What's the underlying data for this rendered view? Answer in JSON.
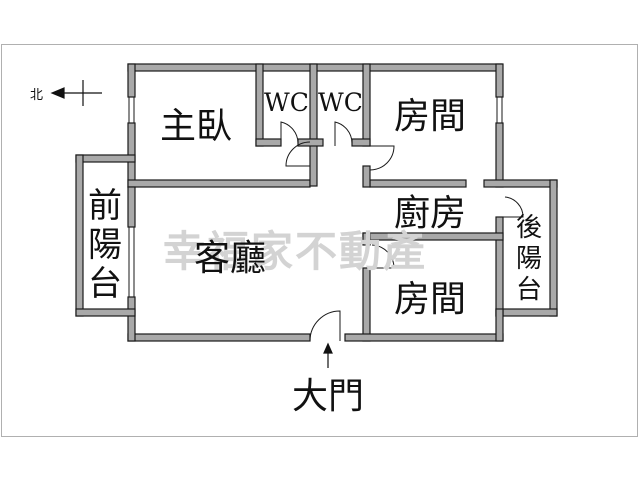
{
  "compass": {
    "label": "北",
    "icon": "arrow-left-icon"
  },
  "rooms": {
    "master_bedroom": "主臥",
    "wc_1": "WC",
    "wc_2": "WC",
    "room_top_right": "房間",
    "kitchen": "廚房",
    "living_room": "客廳",
    "room_bottom_right": "房間",
    "front_balcony": [
      "前",
      "陽",
      "台"
    ],
    "back_balcony": [
      "後",
      "陽",
      "台"
    ]
  },
  "entrance": {
    "label": "大門",
    "icon": "arrow-up-icon"
  },
  "watermark": "幸福家不動產",
  "colors": {
    "wall": "#a9a9a9",
    "wall_outline": "#1a1a1a",
    "border": "#b0b0b0",
    "watermark": "#d3d3d3"
  }
}
